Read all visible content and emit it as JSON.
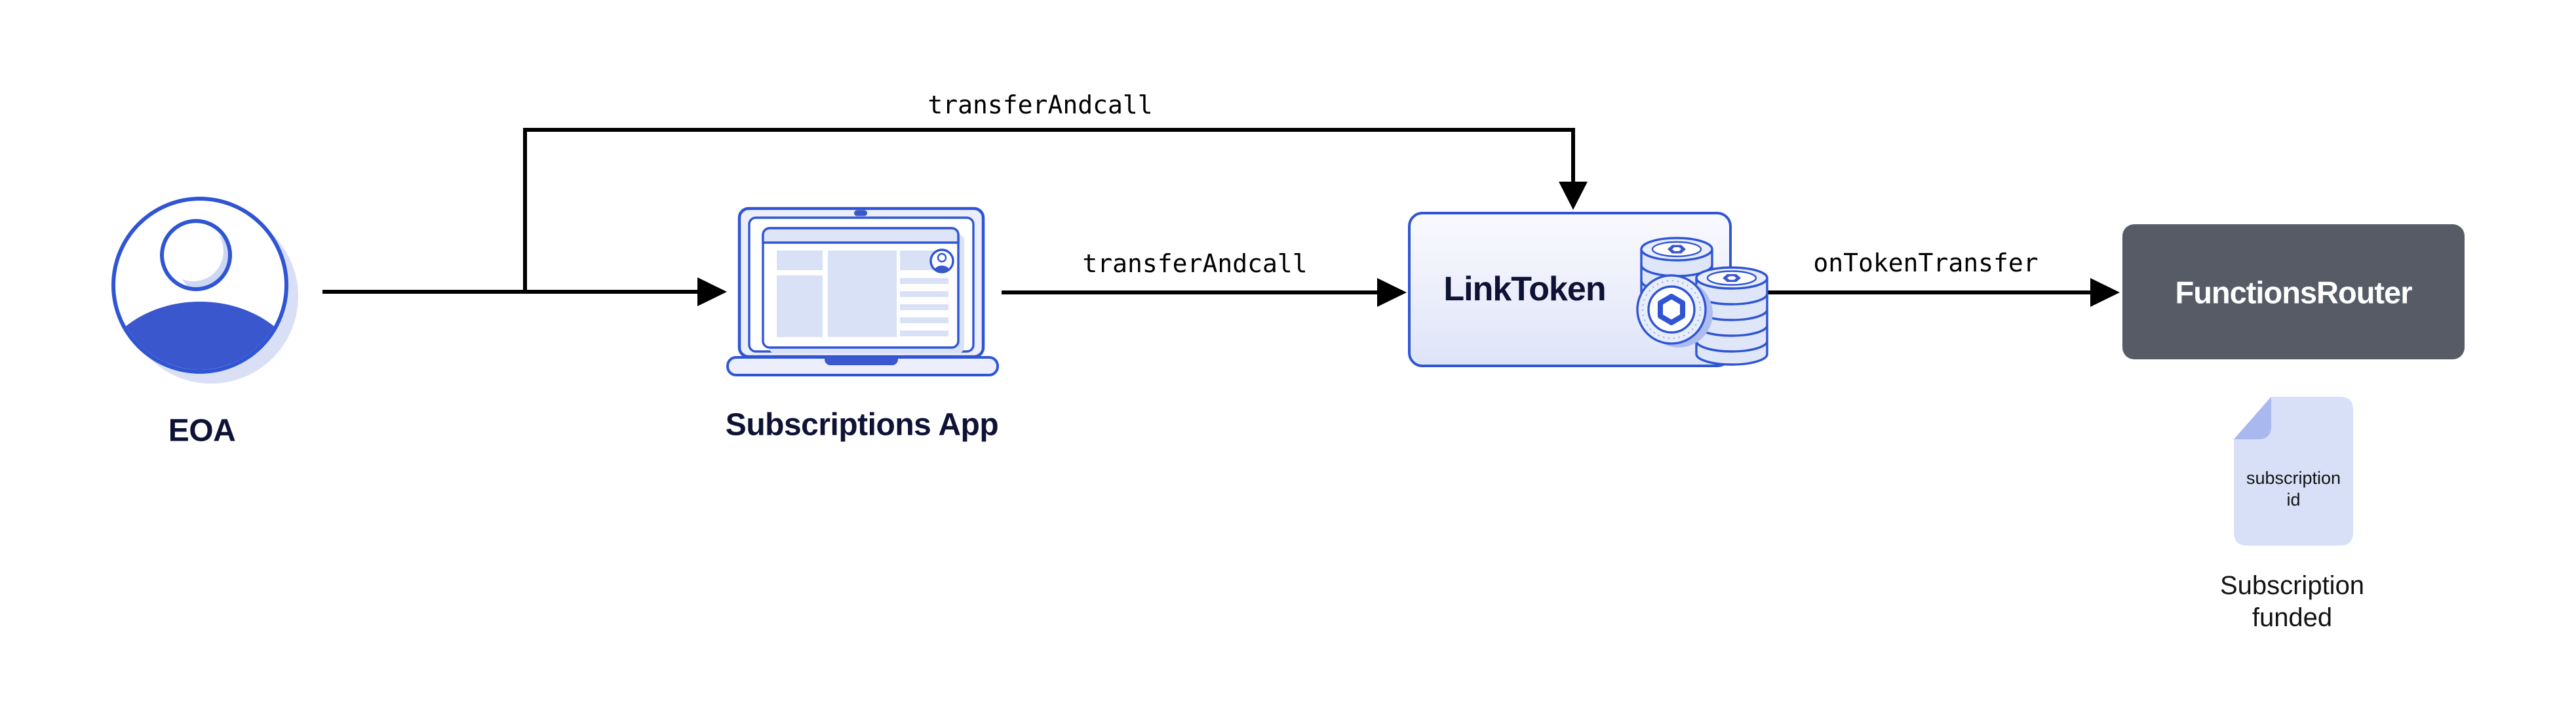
{
  "diagram": {
    "nodes": {
      "eoa": {
        "label": "EOA",
        "icon": "person-avatar-icon"
      },
      "subscriptions_app": {
        "label": "Subscriptions App",
        "icon": "laptop-icon"
      },
      "link_token": {
        "label": "LinkToken",
        "icon": "link-coins-icon"
      },
      "functions_router": {
        "label": "FunctionsRouter"
      },
      "subscription_doc": {
        "line1": "subscription",
        "line2": "id",
        "icon": "document-icon"
      },
      "caption": {
        "line1": "Subscription",
        "line2": "funded"
      }
    },
    "edges": {
      "eoa_to_linktoken": {
        "label": "transferAndcall"
      },
      "app_to_linktoken": {
        "label": "transferAndcall"
      },
      "linktoken_to_router": {
        "label": "onTokenTransfer"
      }
    },
    "colors": {
      "blue": "#2f55d4",
      "blue-fill": "#3b57cd",
      "navy": "#0e1235",
      "slate": "#565b66",
      "arrow": "#000000",
      "panel": "#eceffb",
      "block": "#d9e1f7",
      "bar": "#dee5f8",
      "coin": "#dfe6f8",
      "coin-top": "#e8edfb",
      "coin-shadow": "#aebdf0",
      "crescent": "#ccd7f3",
      "shadow": "#d9e0f6",
      "doc": "#d8e0f8",
      "fold": "#a9b8ee",
      "white": "#ffffff"
    }
  }
}
